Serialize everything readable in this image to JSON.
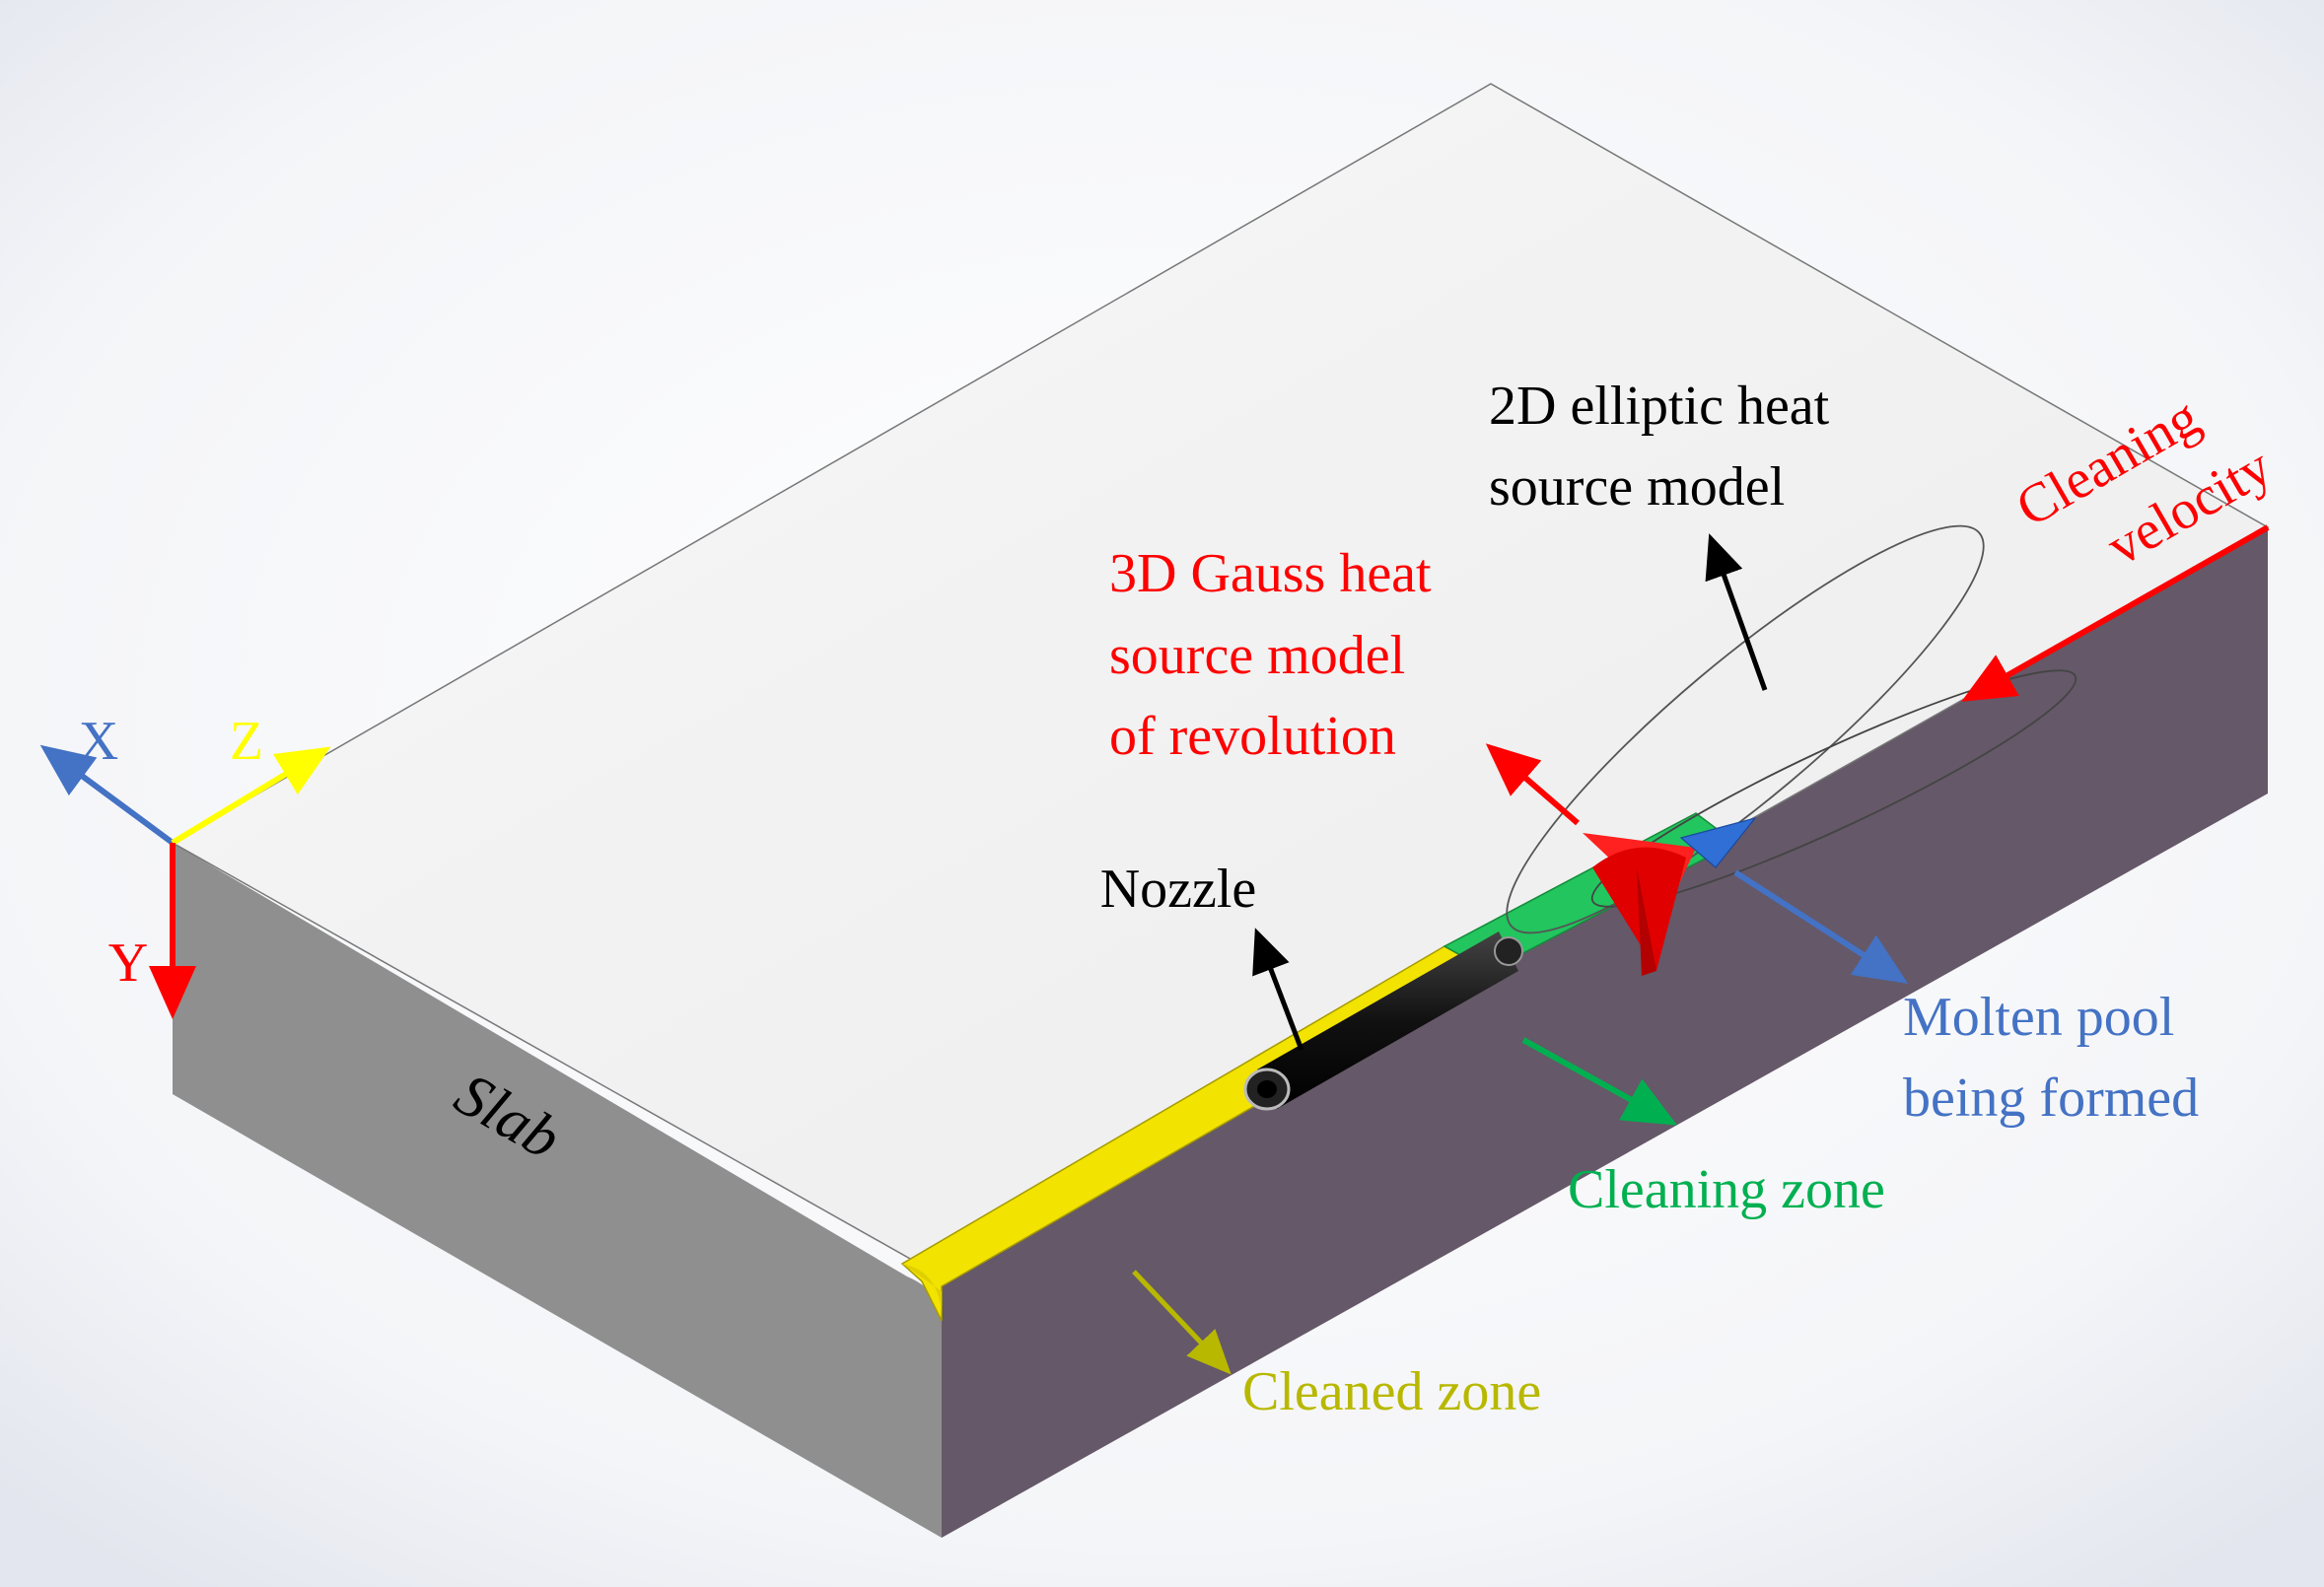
{
  "axes": {
    "x_label": "X",
    "y_label": "Y",
    "z_label": "Z"
  },
  "labels": {
    "slab": "Slab",
    "nozzle": "Nozzle",
    "gauss_model": [
      "3D Gauss heat",
      "source model",
      "of revolution"
    ],
    "elliptic_model": [
      "2D elliptic heat",
      "source model"
    ],
    "cleaning_velocity": [
      "Cleaning",
      "velocity"
    ],
    "molten_pool": [
      "Molten pool",
      "being formed"
    ],
    "cleaning_zone": "Cleaning zone",
    "cleaned_zone": "Cleaned zone"
  },
  "colors": {
    "axis_x": "#4472c4",
    "axis_y": "#ff0000",
    "axis_z": "#ffff00",
    "gauss": "#ff0000",
    "molten_pool": "#4472c4",
    "cleaning_zone": "#00b050",
    "cleaned_zone": "#b8b800",
    "cleaned_zone_fill": "#f2e300",
    "cleaning_zone_fill": "#22c55e",
    "nozzle": "#111111",
    "slab_top": "#efefef",
    "slab_front": "#8f8f8f",
    "slab_right": "#655868"
  }
}
